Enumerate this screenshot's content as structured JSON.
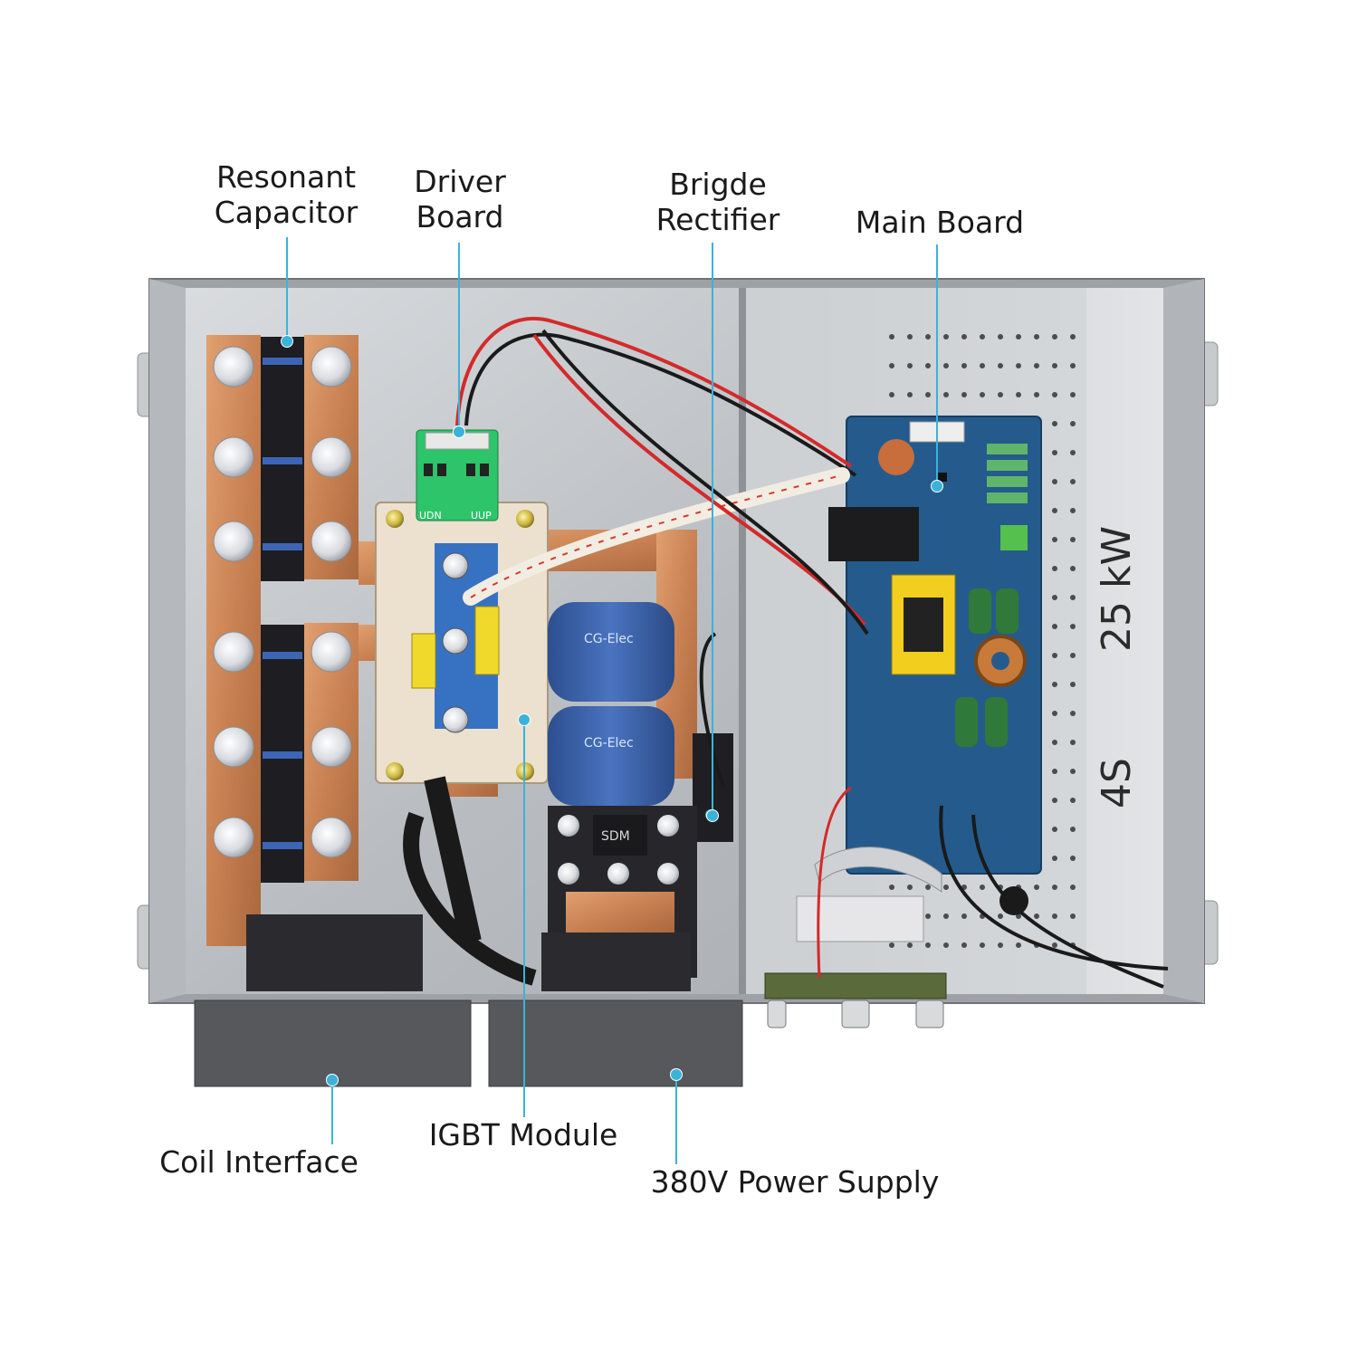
{
  "accent_color": "#3bb3d8",
  "callouts": [
    {
      "id": "resonant-capacitor",
      "label": "Resonant\nCapacitor"
    },
    {
      "id": "driver-board",
      "label": "Driver\nBoard"
    },
    {
      "id": "bridge-rectifier",
      "label": "Brigde\nRectifier"
    },
    {
      "id": "main-board",
      "label": "Main Board"
    },
    {
      "id": "coil-interface",
      "label": "Coil Interface"
    },
    {
      "id": "igbt-module",
      "label": "IGBT Module"
    },
    {
      "id": "power-supply",
      "label": "380V Power Supply"
    }
  ],
  "markings": {
    "power_rating": "25 kW",
    "unit_code": "4S",
    "module_brand": "CG-Elec",
    "board_label_left": "UDN",
    "board_label_right": "UUP",
    "module_text": "SDM"
  }
}
